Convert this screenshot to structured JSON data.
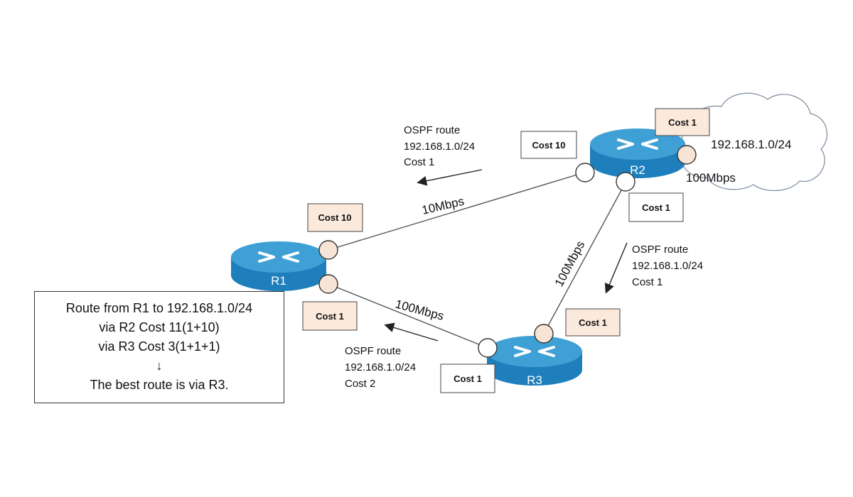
{
  "routers": {
    "r1": {
      "name": "R1"
    },
    "r2": {
      "name": "R2"
    },
    "r3": {
      "name": "R3"
    }
  },
  "links": {
    "r1_r2": {
      "bandwidth": "10Mbps"
    },
    "r1_r3": {
      "bandwidth": "100Mbps"
    },
    "r2_r3": {
      "bandwidth": "100Mbps"
    },
    "r2_lan": {
      "bandwidth": "100Mbps"
    }
  },
  "network": {
    "label": "192.168.1.0/24"
  },
  "costs": {
    "r2_lan": "Cost 1",
    "r2_to_r1": "Cost 10",
    "r2_to_r3": "Cost 1",
    "r1_to_r2": "Cost 10",
    "r1_to_r3": "Cost 1",
    "r3_to_r2": "Cost 1",
    "r3_to_r1": "Cost 1"
  },
  "advertisements": {
    "r2_to_r1": {
      "title": "OSPF route",
      "prefix": "192.168.1.0/24",
      "cost": "Cost 1"
    },
    "r2_to_r3": {
      "title": "OSPF route",
      "prefix": "192.168.1.0/24",
      "cost": "Cost 1"
    },
    "r3_to_r1": {
      "title": "OSPF route",
      "prefix": "192.168.1.0/24",
      "cost": "Cost 2"
    }
  },
  "summary": {
    "line1": "Route from R1 to 192.168.1.0/24",
    "line2": "via R2 Cost 11(1+10)",
    "line3": "via R3 Cost 3(1+1+1)",
    "line4": "↓",
    "line5": "The best route is via R3."
  },
  "colors": {
    "router_top": "#3fa0d6",
    "router_side": "#1f7fbd",
    "cost_box_fill": "#fbe9dc"
  }
}
